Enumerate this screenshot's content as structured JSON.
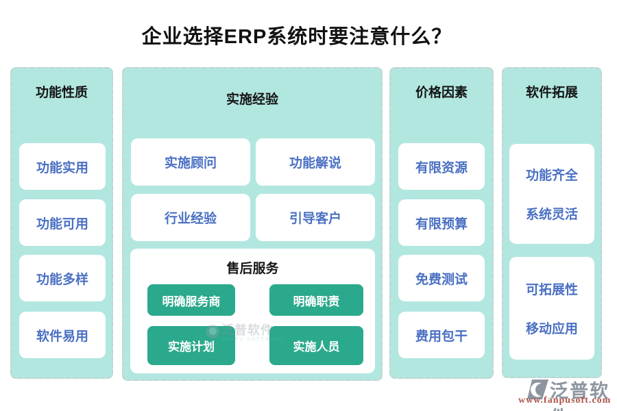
{
  "title": "企业选择ERP系统时要注意什么？",
  "columns": [
    {
      "header": "功能性质",
      "cards": [
        "功能实用",
        "功能可用",
        "功能多样",
        "软件易用"
      ]
    },
    {
      "header": "实施经验",
      "cards": [
        "实施顾问",
        "功能解说",
        "行业经验",
        "引导客户"
      ],
      "subsection": {
        "header": "售后服务",
        "buttons": [
          "明确服务商",
          "明确职责",
          "实施计划",
          "实施人员"
        ]
      }
    },
    {
      "header": "价格因素",
      "cards": [
        "有限资源",
        "有限预算",
        "免费测试",
        "费用包干"
      ]
    },
    {
      "header": "软件拓展",
      "cards": [
        {
          "line1": "功能齐全",
          "line2": "系统灵活"
        },
        {
          "line1": "可拓展性",
          "line2": "移动应用"
        }
      ]
    }
  ],
  "watermark": {
    "brand": "泛普软件",
    "caption": "FANPU SOFTWARE"
  },
  "footer": {
    "brand": "泛普软件",
    "url": "www.fanpusoft.com"
  },
  "colors": {
    "column_bg": "#b2e7e0",
    "column_border": "#c3d2ce",
    "card_bg": "#ffffff",
    "card_text_blue": "#4a70c3",
    "button_green": "#2ba98c",
    "header_text": "#151515",
    "brand_gray": "#8d95a0",
    "url_red": "#b0544b"
  }
}
